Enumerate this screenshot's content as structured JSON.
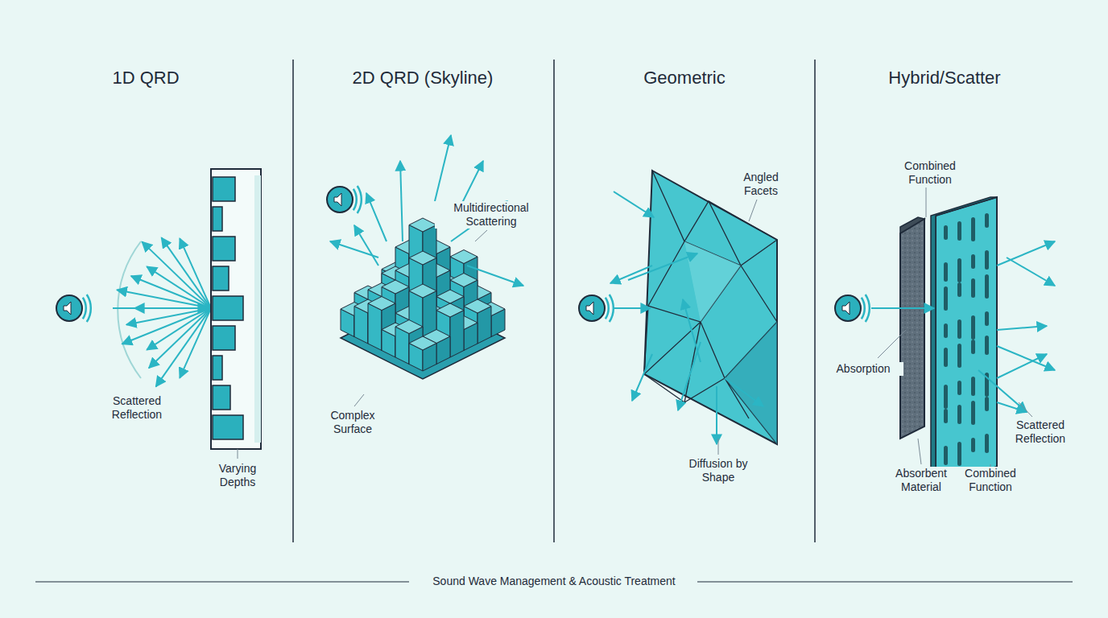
{
  "diagram": {
    "caption": "Sound Wave Management & Acoustic Treatment",
    "labels": [
      "1D QRD",
      "Scattered Reflection",
      "Varying Depths",
      "2D QRD (Skyline)",
      "Multidirectional Scattering",
      "Complex Surface",
      "Geometric",
      "Angled Facets",
      "Diffusion by Shape",
      "Hybrid/Scatter",
      "Combined Function",
      "Absorption",
      "Scattered Reflection",
      "Absorbent Material",
      "Combined Function"
    ]
  }
}
